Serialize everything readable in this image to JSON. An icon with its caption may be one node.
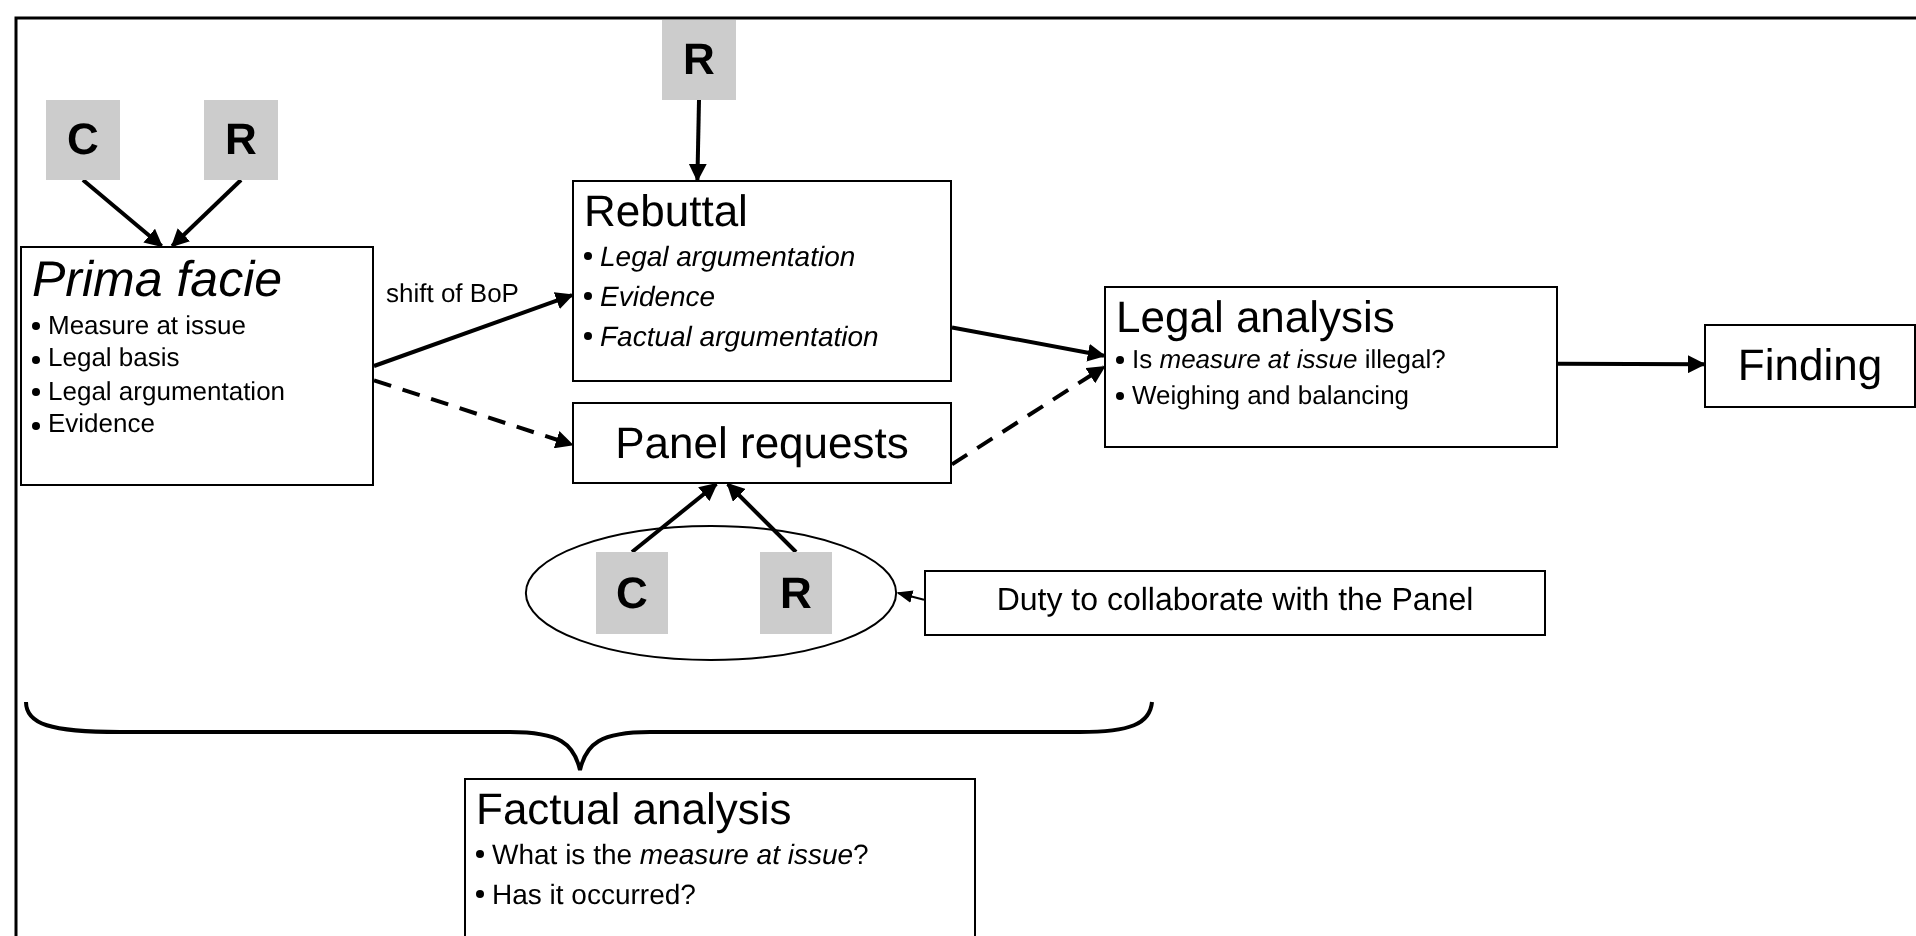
{
  "diagram": {
    "nodes": [
      {
        "text": [
          "C"
        ]
      },
      {
        "text": [
          "R"
        ]
      },
      {
        "text": [
          "*Prima facie*",
          "Measure at issue",
          "Legal basis",
          "Legal argumentation",
          "Evidence"
        ]
      },
      {
        "text": [
          "R"
        ]
      },
      {
        "text": [
          "Rebuttal",
          "*Legal argumentation*",
          "*Evidence*",
          "*Factual argumentation*"
        ]
      },
      {
        "text": [
          "Panel requests"
        ]
      },
      {
        "text": [
          "Legal analysis",
          "Is *measure at issue* illegal?",
          "Weighing and balancing"
        ]
      },
      {
        "text": [
          "Finding"
        ]
      },
      {
        "text": [],
        "shape": "ellipse"
      },
      {
        "text": [
          "C"
        ],
        "in": 8
      },
      {
        "text": [
          "R"
        ],
        "in": 8
      },
      {
        "text": [
          "Duty to collaborate with the Panel"
        ]
      },
      {
        "text": [
          "Factual analysis",
          "What is the *measure at issue*?",
          "Has it occurred?"
        ]
      }
    ],
    "edges": [
      {
        "from": 0,
        "to": 2,
        "arrow": "to"
      },
      {
        "from": 1,
        "to": 2,
        "arrow": "to"
      },
      {
        "from": 3,
        "to": 4,
        "arrow": "to"
      },
      {
        "from": 2,
        "to": 4,
        "arrow": "to",
        "label": "shift of BoP"
      },
      {
        "from": 2,
        "to": 5,
        "arrow": "to",
        "style": "dashed"
      },
      {
        "from": 4,
        "to": 6,
        "arrow": "to"
      },
      {
        "from": 5,
        "to": 6,
        "arrow": "to",
        "style": "dashed"
      },
      {
        "from": 6,
        "to": 7,
        "arrow": "to"
      },
      {
        "from": 9,
        "to": 5,
        "arrow": "to"
      },
      {
        "from": 10,
        "to": 5,
        "arrow": "to"
      },
      {
        "from": 11,
        "to": 8,
        "arrow": "to"
      }
    ]
  }
}
